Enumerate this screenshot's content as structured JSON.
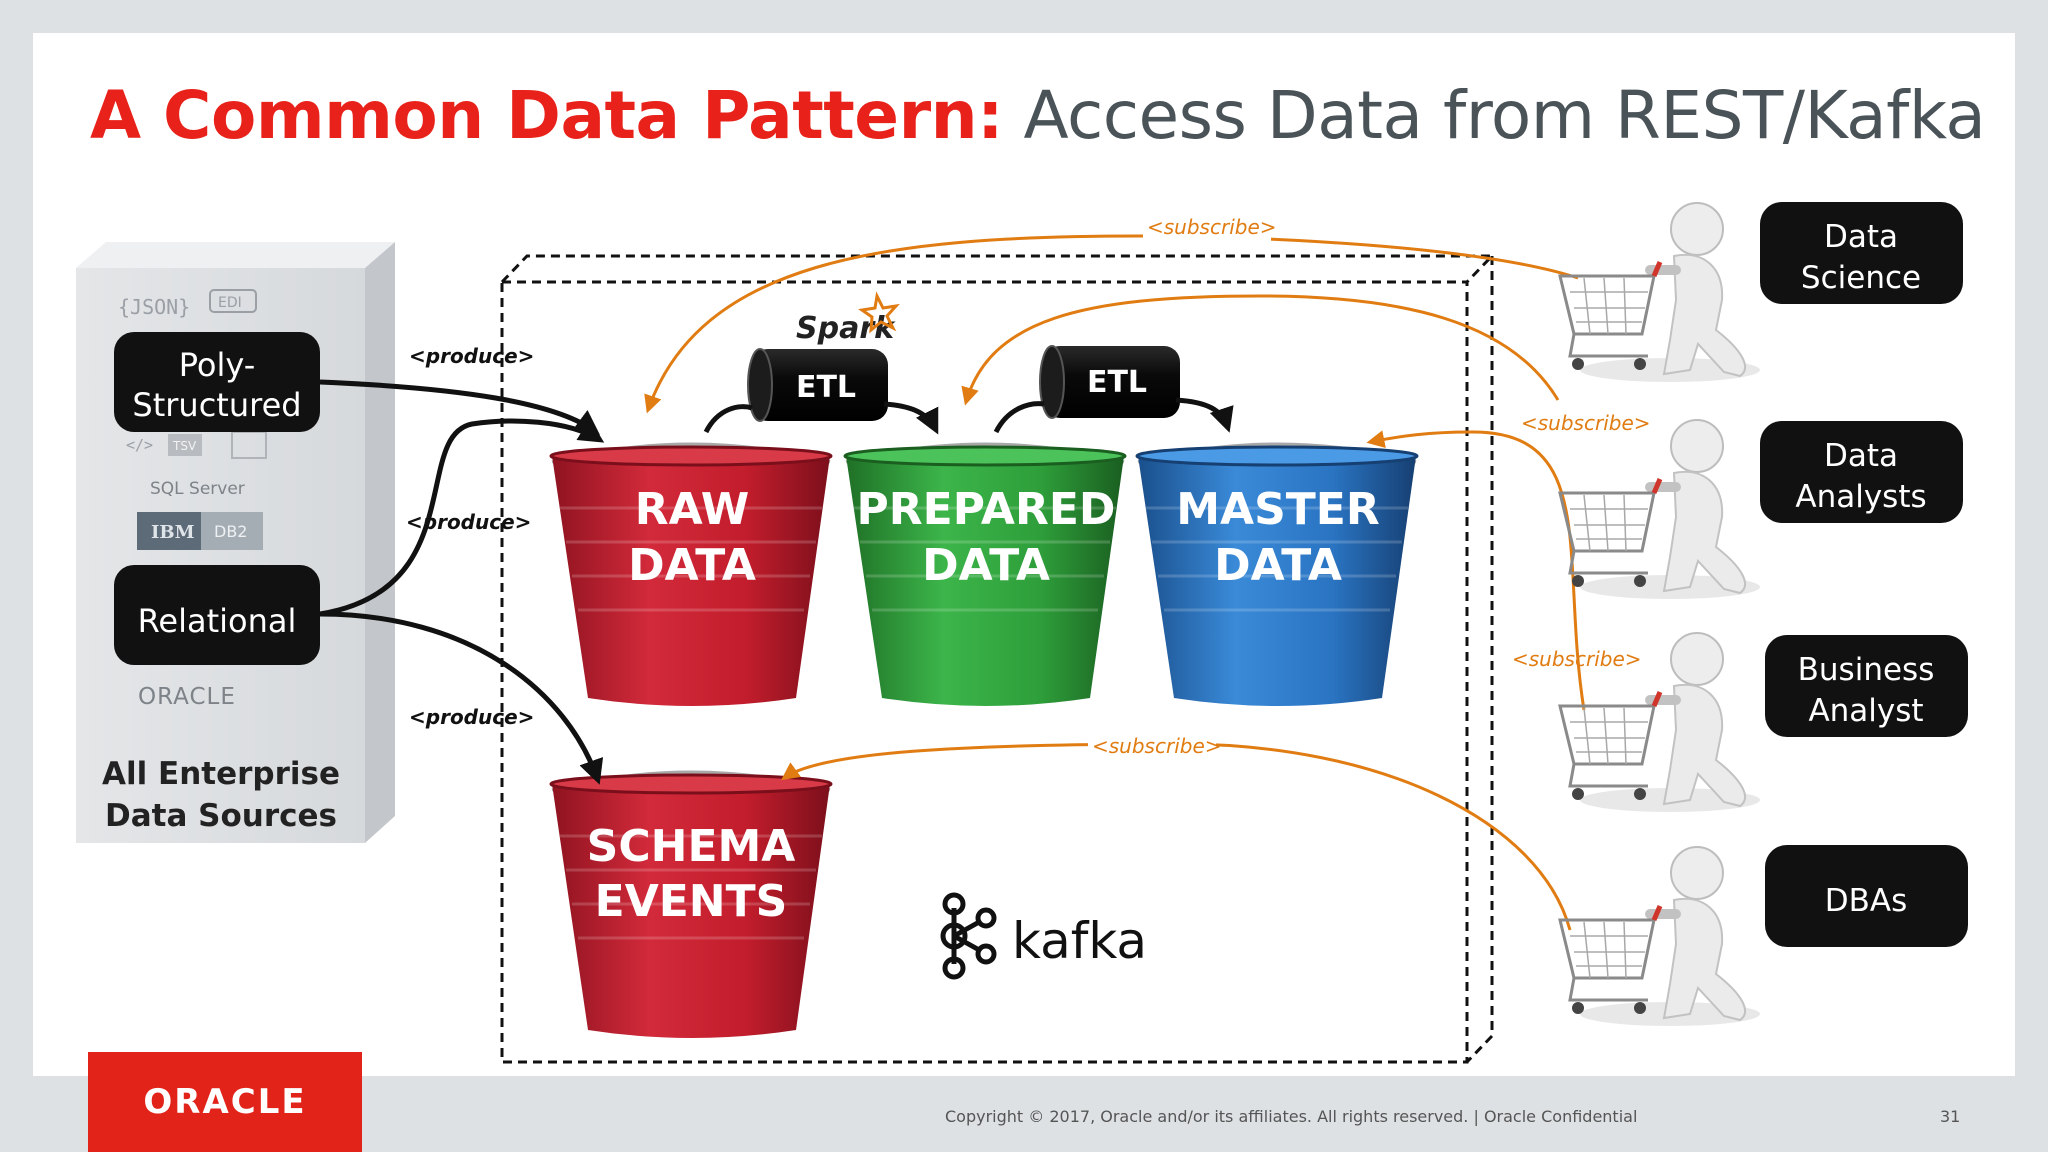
{
  "title": {
    "bold": "A Common Data Pattern:",
    "regular": " Access Data from REST/Kafka"
  },
  "sources": {
    "logos": [
      "{JSON}",
      "EDI",
      "</>",
      "TSV",
      "SQL Server",
      "IBM",
      "DB2",
      "ORACLE"
    ],
    "poly_label": [
      "Poly-",
      "Structured"
    ],
    "relational_label": "Relational",
    "caption": [
      "All Enterprise",
      "Data Sources"
    ]
  },
  "edges": {
    "produce": "<produce>",
    "subscribe": "<subscribe>"
  },
  "spark_label": "Spark",
  "etl_label": "ETL",
  "buckets": [
    {
      "lines": [
        "RAW",
        "DATA"
      ],
      "color": "#c21d2c"
    },
    {
      "lines": [
        "PREPARED",
        "DATA"
      ],
      "color": "#2e9e3a"
    },
    {
      "lines": [
        "MASTER",
        "DATA"
      ],
      "color": "#2a74c2"
    },
    {
      "lines": [
        "SCHEMA",
        "EVENTS"
      ],
      "color": "#c21d2c"
    }
  ],
  "kafka_label": "kafka",
  "consumers": [
    {
      "lines": [
        "Data",
        "Science"
      ]
    },
    {
      "lines": [
        "Data",
        "Analysts"
      ]
    },
    {
      "lines": [
        "Business",
        "Analyst"
      ]
    },
    {
      "lines": [
        "DBAs"
      ]
    }
  ],
  "footer": {
    "logo": "ORACLE",
    "copyright": "Copyright © 2017, Oracle and/or its affiliates. All rights reserved.  |  Oracle Confidential",
    "page_number": "31"
  },
  "colors": {
    "accent_red": "#e8221a",
    "subscribe_orange": "#e07c12",
    "dark_box": "#111111"
  }
}
